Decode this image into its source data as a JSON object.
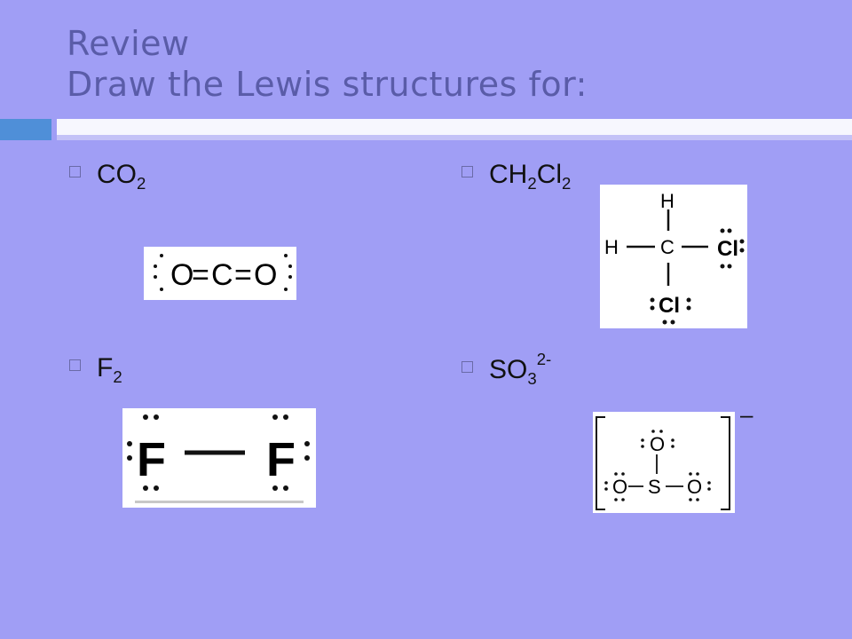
{
  "title": {
    "line1": "Review",
    "line2": "Draw the Lewis structures for:"
  },
  "bullets": [
    {
      "base": "CO",
      "sub": "2"
    },
    {
      "base": "CH",
      "sub": "2",
      "base2": "Cl",
      "sub2": "2"
    },
    {
      "base": "F",
      "sub": "2"
    },
    {
      "base": "SO",
      "sub": "3",
      "sup": "2-"
    }
  ],
  "structures": {
    "co2": {
      "left_atom": "O",
      "center_atom": "C",
      "right_atom": "O",
      "bond": "="
    },
    "ch2cl2": {
      "top": "H",
      "left": "H",
      "center": "C",
      "right": "Cl",
      "bottom": "Cl"
    },
    "f2": {
      "left": "F",
      "right": "F"
    },
    "so3": {
      "top": "O",
      "left": "O",
      "center": "S",
      "right": "O",
      "charge": "–"
    }
  },
  "colors": {
    "background": "#a09ef5",
    "title": "#5a5ca8",
    "accent_bar": "#4f8fd8"
  }
}
